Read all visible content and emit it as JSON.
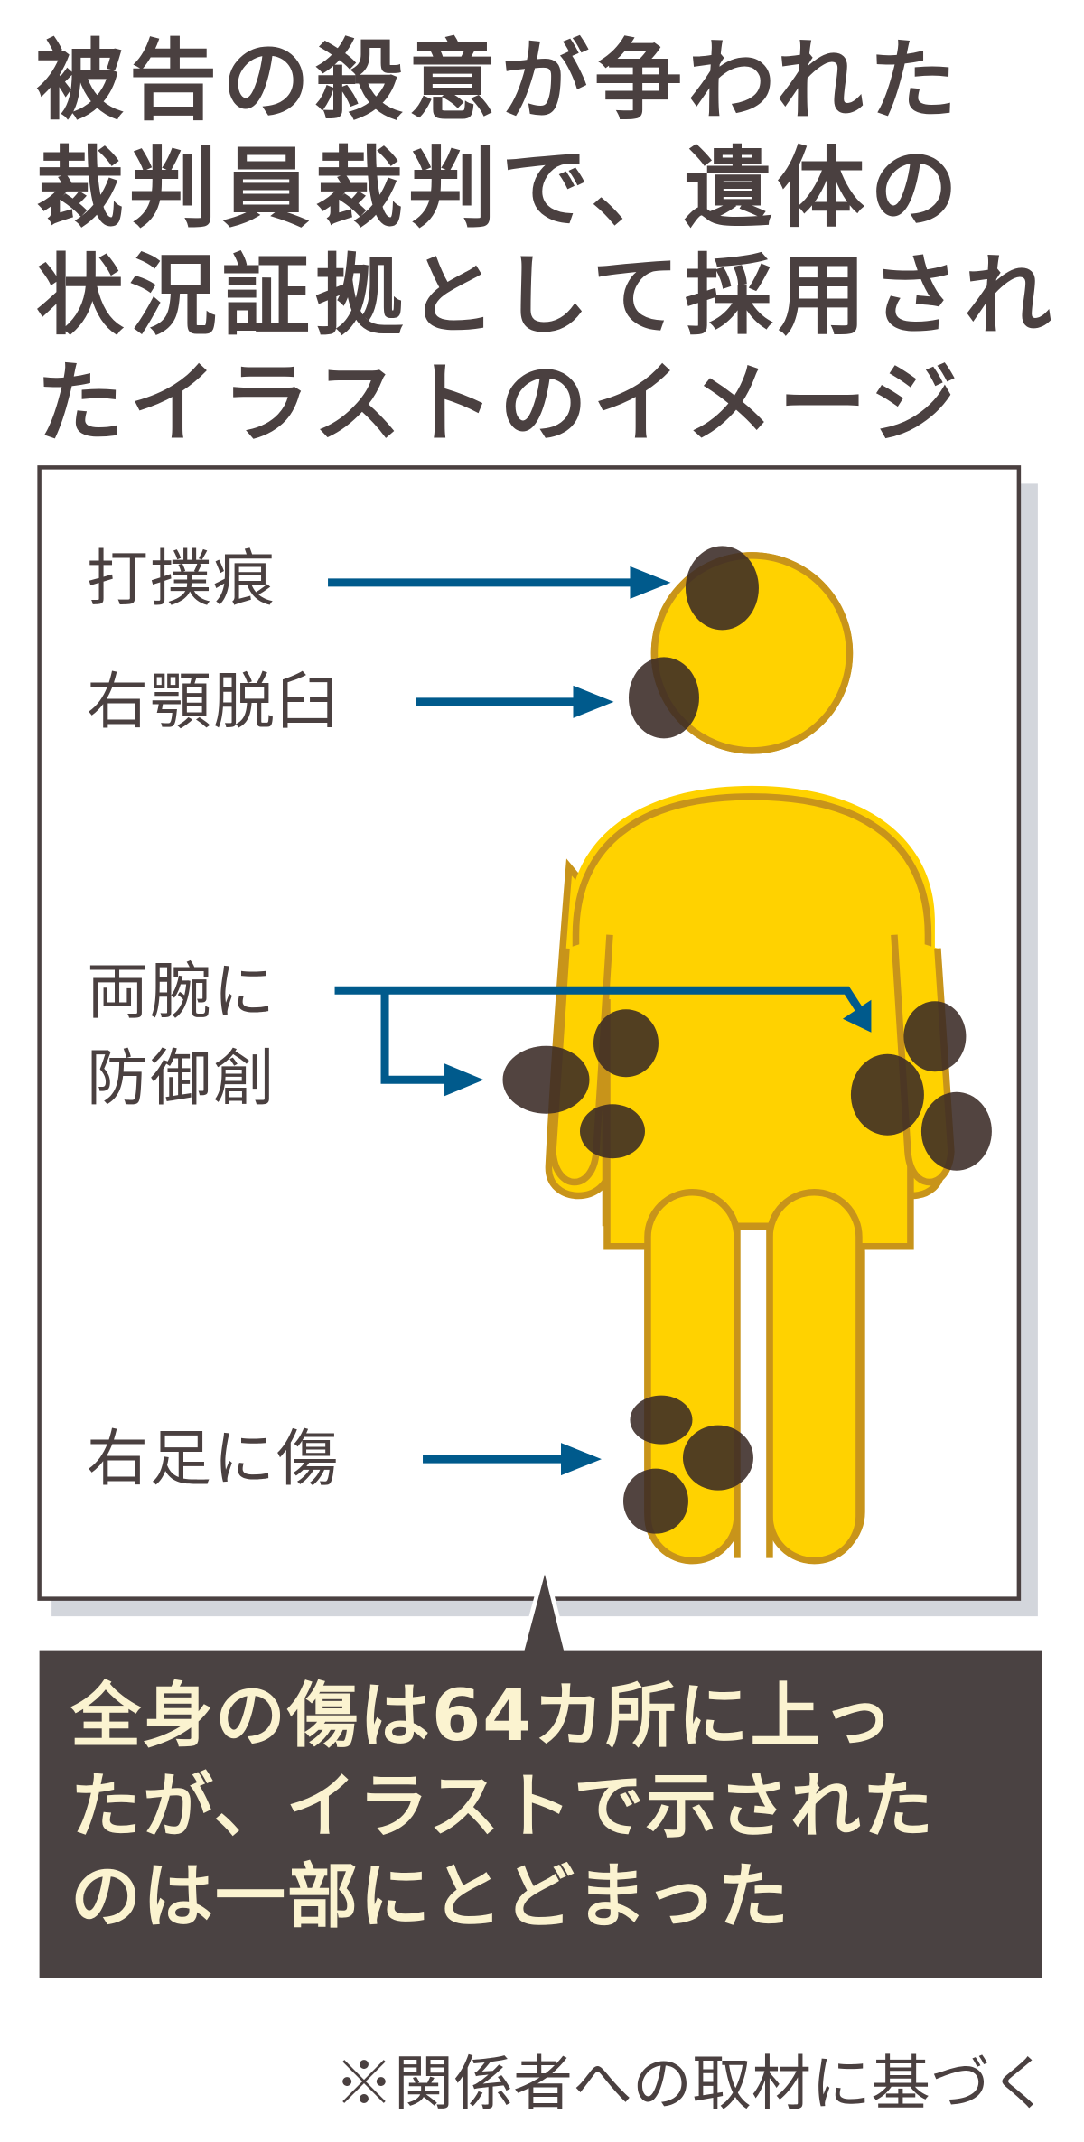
{
  "title": {
    "lines": [
      "被告の殺意が争われた",
      "裁判員裁判で、遺体の",
      "状況証拠として採用され",
      "たイラストのイメージ"
    ]
  },
  "illustration": {
    "labels": {
      "bruise": "打撲痕",
      "jaw": "右顎脱臼",
      "arms_line1": "両腕に",
      "arms_line2": "防御創",
      "leg": "右足に傷"
    },
    "colors": {
      "body_fill": "#ffd200",
      "body_stroke": "#c8941a",
      "injury": "#3a2a26",
      "arrow": "#005a8c",
      "frame": "#4a4040",
      "shadow": "#d3d6dc"
    }
  },
  "callout": {
    "lines": [
      "全身の傷は64カ所に上っ",
      "たが、イラストで示された",
      "のは一部にとどまった"
    ],
    "colors": {
      "background": "#4a4242",
      "text": "#fbf3d0"
    }
  },
  "footnote": "※関係者への取材に基づく"
}
